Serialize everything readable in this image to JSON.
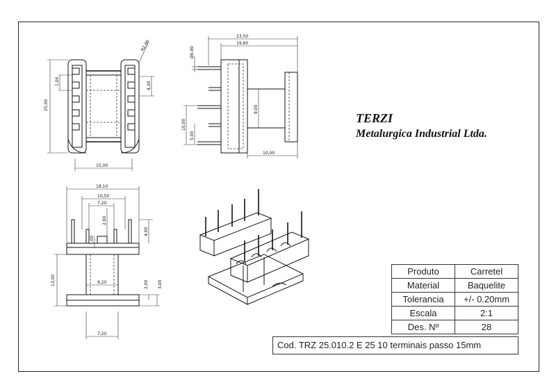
{
  "company": {
    "brand": "TERZI",
    "name": "Metalurgica Industrial Ltda."
  },
  "title_block": {
    "rows": [
      {
        "key": "Produto",
        "value": "Carretel"
      },
      {
        "key": "Material",
        "value": "Baquelite"
      },
      {
        "key": "Tolerancia",
        "value": "+/- 0.20mm"
      },
      {
        "key": "Escala",
        "value": "2:1"
      },
      {
        "key": "Des. Nº",
        "value": "28"
      }
    ],
    "code": "Cod. TRZ 25.010.2  E 25 10 terminais passo 15mm"
  },
  "dimensions": {
    "front_height": "25,00",
    "front_pitch": "1,00",
    "front_radius": "R2,00",
    "front_small": "4,20",
    "front_width": "15,00",
    "side_total": "23,50",
    "side_inner": "19,60",
    "side_pin_dia": "Ø0,80",
    "side_window": "9,00",
    "side_pin_span": "10,00",
    "side_pin_pitch": "5,00",
    "side_flange": "10,00",
    "bottom_total": "18,10",
    "bottom_mid": "10,50",
    "bottom_inner": "7,20",
    "bottom_slot": "2,60",
    "bottom_step": "1,00",
    "bottom_pin_h": "4,00",
    "bottom_height": "13,00",
    "bottom_core": "9,20",
    "bottom_t1": "2,00",
    "bottom_t2": "3,00",
    "bottom_base": "7,20"
  }
}
